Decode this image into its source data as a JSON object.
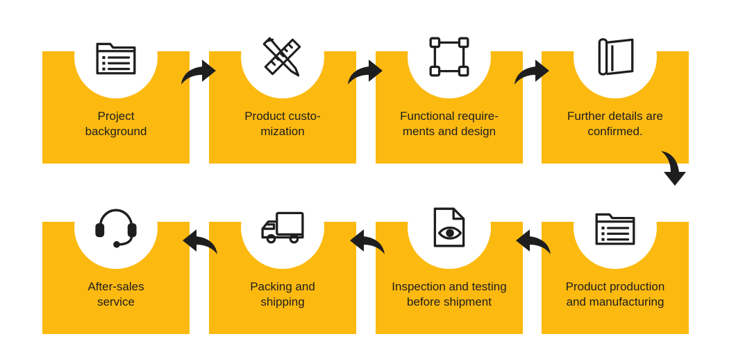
{
  "steps": [
    {
      "icon": "folder-list-icon",
      "lines": [
        "Project",
        "background"
      ]
    },
    {
      "icon": "pencil-ruler-icon",
      "lines": [
        "Product custo-",
        "mization"
      ]
    },
    {
      "icon": "bounding-box-icon",
      "lines": [
        "Functional require-",
        "ments and design"
      ]
    },
    {
      "icon": "blueprint-scroll-icon",
      "lines": [
        "Further details are",
        "confirmed."
      ]
    },
    {
      "icon": "folder-list-icon",
      "lines": [
        "Product production",
        "and manufacturing"
      ]
    },
    {
      "icon": "document-eye-icon",
      "lines": [
        "Inspection and testing",
        "before shipment"
      ]
    },
    {
      "icon": "delivery-truck-icon",
      "lines": [
        "Packing and",
        "shipping"
      ]
    },
    {
      "icon": "headset-icon",
      "lines": [
        "After-sales",
        "service"
      ]
    }
  ],
  "colors": {
    "card": "#fcb910",
    "text": "#1e1e1e",
    "icon": "#1e1e1e",
    "arrow": "#1e1e1e"
  }
}
